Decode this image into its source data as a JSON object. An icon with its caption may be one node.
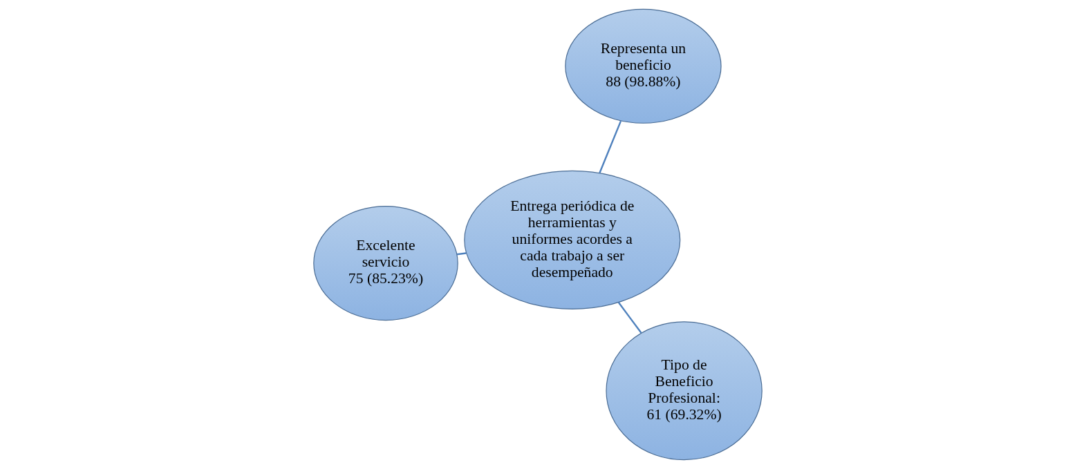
{
  "diagram": {
    "nodes": [
      {
        "text": [
          "Excelente servicio",
          "75 (85.23%)"
        ]
      },
      {
        "text": [
          "Entrega periódica de herramientas y uniformes acordes a cada trabajo a ser desempeñado"
        ]
      },
      {
        "text": [
          "Tipo de Beneficio",
          "Profesional: 61 (69.32%)"
        ]
      },
      {
        "text": [
          "Representa un beneficio",
          "88 (98.88%)"
        ]
      }
    ],
    "edges": [
      {
        "from": 1,
        "to": 0,
        "arrow": "none"
      },
      {
        "from": 1,
        "to": 2,
        "arrow": "none"
      },
      {
        "from": 1,
        "to": 3,
        "arrow": "none"
      }
    ]
  }
}
